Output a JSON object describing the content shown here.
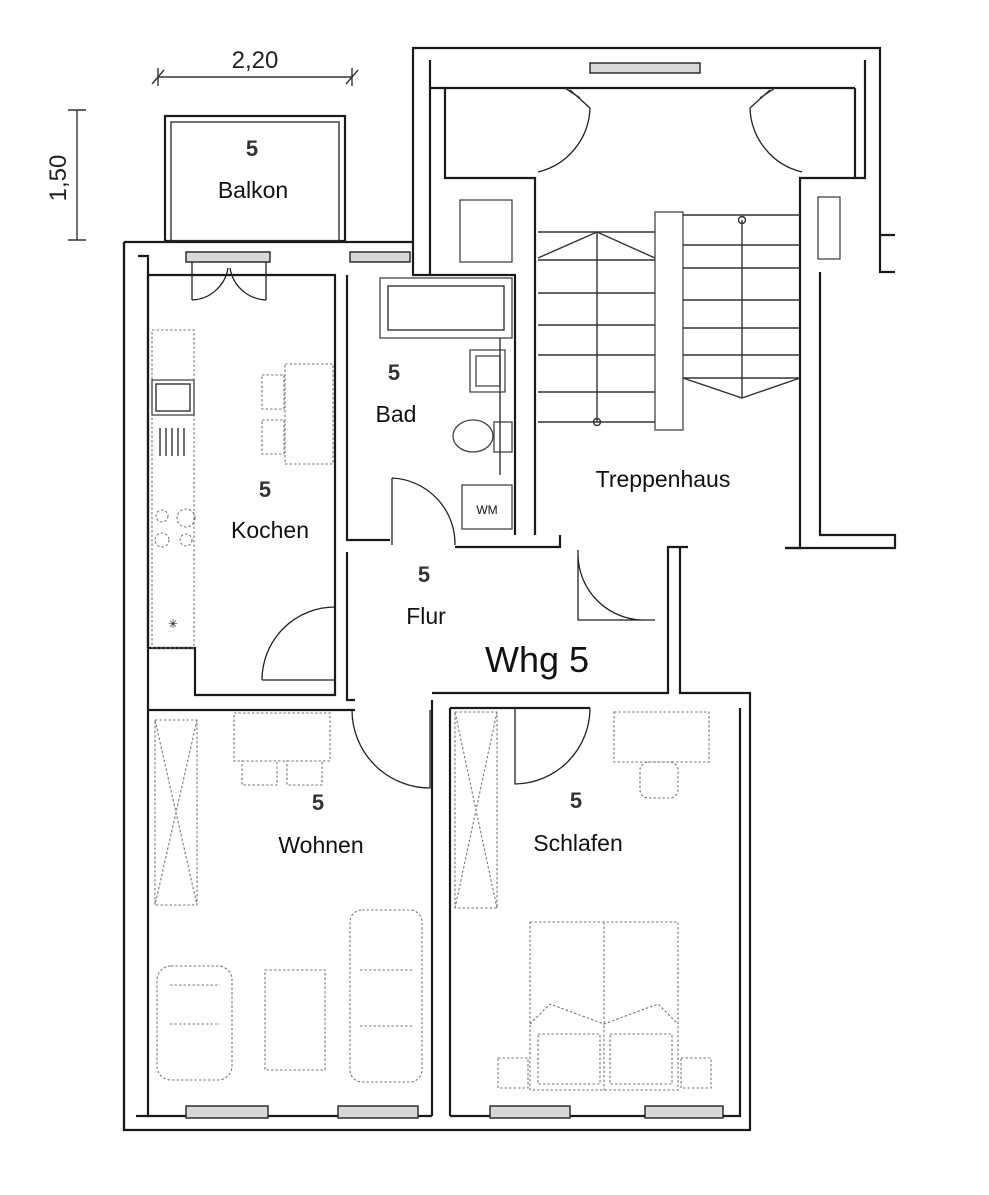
{
  "plan": {
    "unit_label": "Whg 5",
    "dimensions": {
      "width": "2,20",
      "depth": "1,50"
    },
    "rooms": [
      {
        "key": "balkon",
        "name": "Balkon",
        "number": "5"
      },
      {
        "key": "kochen",
        "name": "Kochen",
        "number": "5"
      },
      {
        "key": "bad",
        "name": "Bad",
        "number": "5"
      },
      {
        "key": "flur",
        "name": "Flur",
        "number": "5"
      },
      {
        "key": "wohnen",
        "name": "Wohnen",
        "number": "5"
      },
      {
        "key": "schlafen",
        "name": "Schlafen",
        "number": "5"
      }
    ],
    "stairwell": {
      "name": "Treppenhaus"
    },
    "fixtures": {
      "washing_machine": "WM"
    }
  }
}
